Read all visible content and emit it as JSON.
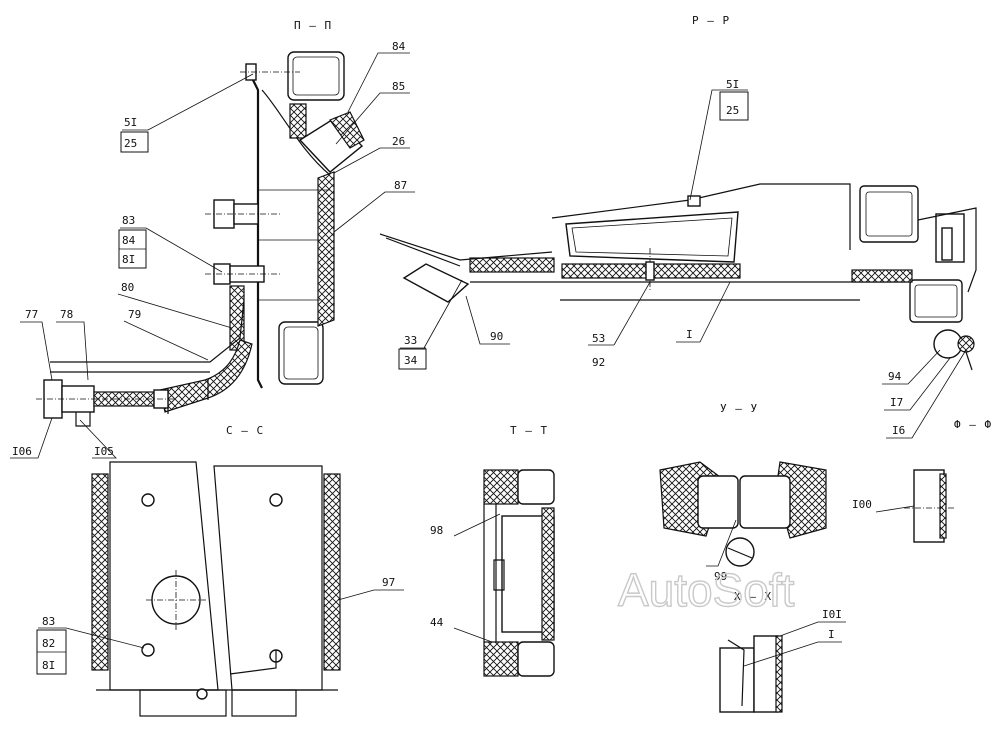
{
  "sections": {
    "p_p": "П – П",
    "r_r": "Р – Р",
    "s_s": "С – С",
    "t_t": "Т – Т",
    "u_u": "У – У",
    "f_f": "Ф – Ф",
    "x_x": "Х – Х"
  },
  "callouts": {
    "c51a": "5I",
    "c25a": "25",
    "c84a": "84",
    "c85": "85",
    "c26": "26",
    "c87": "87",
    "c83a": "83",
    "c84b": "84",
    "c81a": "8I",
    "c80": "80",
    "c79": "79",
    "c77": "77",
    "c78": "78",
    "c106": "I06",
    "c105": "I05",
    "c51b": "5I",
    "c25b": "25",
    "c33": "33",
    "c34": "34",
    "c90": "90",
    "c53": "53",
    "c92": "92",
    "c1a": "I",
    "c94": "94",
    "c17": "I7",
    "c16": "I6",
    "c98": "98",
    "c44": "44",
    "c99": "99",
    "c100": "I00",
    "c101": "I0I",
    "c1b": "I",
    "c97": "97",
    "c83b": "83",
    "c82": "82",
    "c81b": "8I"
  },
  "watermark": "AutoSoft"
}
